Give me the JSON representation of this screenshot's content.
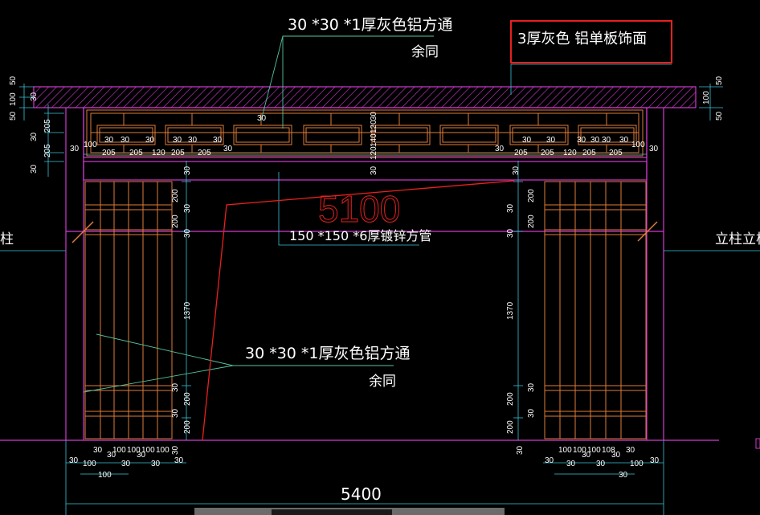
{
  "annotations": {
    "top_note_line1": "30 *30 *1厚灰色铝方通",
    "top_note_line2": "余同",
    "highlight_note": "3厚灰色  铝单板饰面",
    "mid_note_line1": "30 *30 *1厚灰色铝方通",
    "mid_note_line2": "余同",
    "pipe_note": "150 *150 *6厚镀锌方管",
    "left_column": "柱",
    "right_column": "立柱立柱",
    "span_red": "5100",
    "overall_width": "5400"
  },
  "colors": {
    "background": "#000000",
    "panel": "#e07b39",
    "outline": "#d23ad2",
    "dimension": "#38c4d6",
    "leader": "#56c3a0",
    "highlight": "#e8201e",
    "text": "#ffffff"
  },
  "dims": {
    "d50": "50",
    "d100": "100",
    "d30": "30",
    "d205": "205",
    "d120": "120",
    "d200": "200",
    "d1370": "1370",
    "d140": "140",
    "d108": "108"
  }
}
